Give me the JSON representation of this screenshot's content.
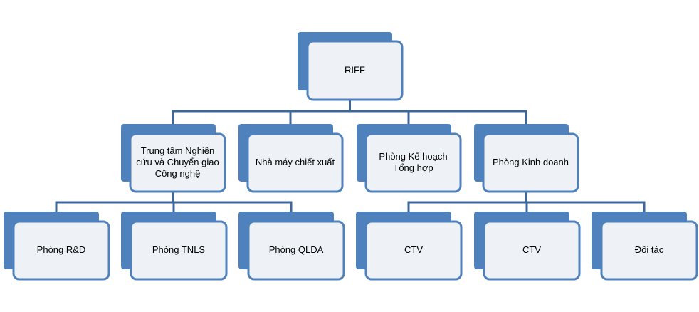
{
  "colors": {
    "shadow": "#4f81bd",
    "box_fill": "#eef1f6",
    "box_stroke": "#4f81bd",
    "connector": "#3d6699",
    "text": "#000000"
  },
  "nodes": [
    {
      "id": "riff",
      "lines": [
        "RIFF"
      ]
    },
    {
      "id": "research-center",
      "lines": [
        "Trung tâm Nghiên",
        "cứu và Chuyển giao",
        "Công nghệ"
      ]
    },
    {
      "id": "extraction-factory",
      "lines": [
        "Nhà máy  chiết xuất"
      ]
    },
    {
      "id": "planning-dept",
      "lines": [
        "Phòng Kế hoạch",
        "Tổng hợp"
      ]
    },
    {
      "id": "business-dept",
      "lines": [
        "Phòng Kinh doanh"
      ]
    },
    {
      "id": "rd-dept",
      "lines": [
        "Phòng R&D"
      ]
    },
    {
      "id": "tnls-dept",
      "lines": [
        "Phòng TNLS"
      ]
    },
    {
      "id": "qlda-dept",
      "lines": [
        "Phòng QLDA"
      ]
    },
    {
      "id": "ctv-1",
      "lines": [
        "CTV"
      ]
    },
    {
      "id": "ctv-2",
      "lines": [
        "CTV"
      ]
    },
    {
      "id": "partner",
      "lines": [
        "Đối tác"
      ]
    }
  ],
  "edges": [
    [
      "riff",
      "research-center"
    ],
    [
      "riff",
      "extraction-factory"
    ],
    [
      "riff",
      "planning-dept"
    ],
    [
      "riff",
      "business-dept"
    ],
    [
      "research-center",
      "rd-dept"
    ],
    [
      "research-center",
      "tnls-dept"
    ],
    [
      "research-center",
      "qlda-dept"
    ],
    [
      "business-dept",
      "ctv-1"
    ],
    [
      "business-dept",
      "ctv-2"
    ],
    [
      "business-dept",
      "partner"
    ]
  ]
}
